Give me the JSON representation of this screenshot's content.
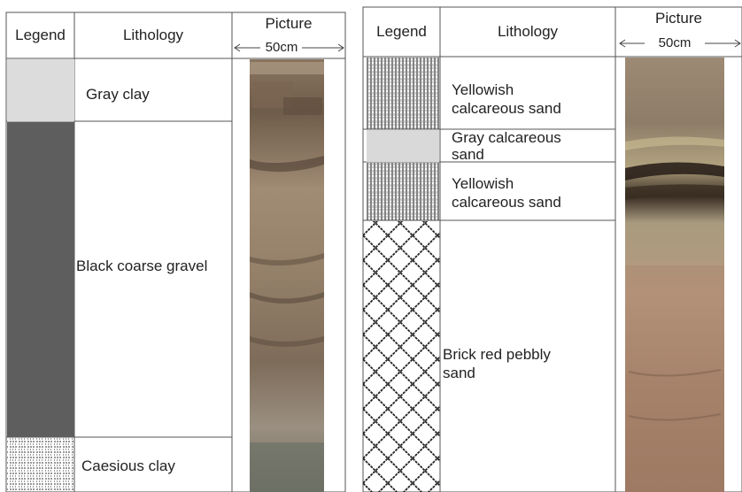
{
  "left": {
    "headers": {
      "legend": "Legend",
      "lithology": "Lithology",
      "picture": "Picture",
      "scale": "50cm"
    },
    "layers": [
      {
        "label": "Gray clay",
        "pattern": "gray-fill",
        "color": "#dcdcdc"
      },
      {
        "label": "Black coarse gravel",
        "pattern": "dark-fill",
        "color": "#5e5e5e"
      },
      {
        "label": "Caesious clay",
        "pattern": "dashed-lines"
      }
    ]
  },
  "right": {
    "headers": {
      "legend": "Legend",
      "lithology": "Lithology",
      "picture": "Picture",
      "scale": "50cm"
    },
    "layers": [
      {
        "label_lines": [
          "Yellowish",
          "calcareous sand"
        ],
        "pattern": "vertical-lines"
      },
      {
        "label_lines": [
          "Gray calcareous",
          "sand"
        ],
        "pattern": "gray-fill",
        "color": "#d9d9d9"
      },
      {
        "label_lines": [
          "Yellowish",
          "calcareous sand"
        ],
        "pattern": "vertical-lines"
      },
      {
        "label_lines": [
          "Brick red pebbly",
          "sand"
        ],
        "pattern": "crosshatch"
      }
    ]
  }
}
